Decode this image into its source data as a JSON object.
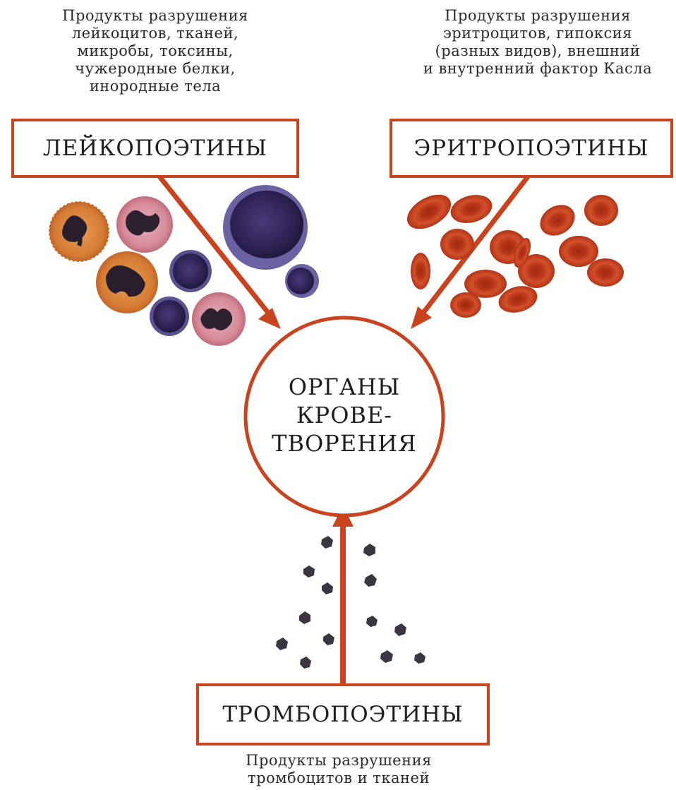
{
  "captions": {
    "top_left": [
      "Продукты разрушения",
      "лейкоцитов, тканей,",
      "микробы, токсины,",
      "чужеродные белки,",
      "инородные тела"
    ],
    "top_right": [
      "Продукты разрушения",
      "эритроцитов, гипоксия",
      "(разных видов), внешний",
      "и внутренний фактор Касла"
    ],
    "bottom": [
      "Продукты разрушения",
      "тромбоцитов и тканей"
    ]
  },
  "boxes": {
    "left": "ЛЕЙКОПОЭТИНЫ",
    "right": "ЭРИТРОПОЭТИНЫ",
    "bottom": "ТРОМБОПОЭТИНЫ"
  },
  "center": {
    "lines": [
      "ОРГАНЫ",
      "КРОВЕ-",
      "ТВОРЕНИЯ"
    ]
  },
  "colors": {
    "accent": "#c8431e",
    "erythrocyte": "#c8401c",
    "leukocyte_nucleus": "#3a2a55",
    "platelet": "#3c3440"
  }
}
